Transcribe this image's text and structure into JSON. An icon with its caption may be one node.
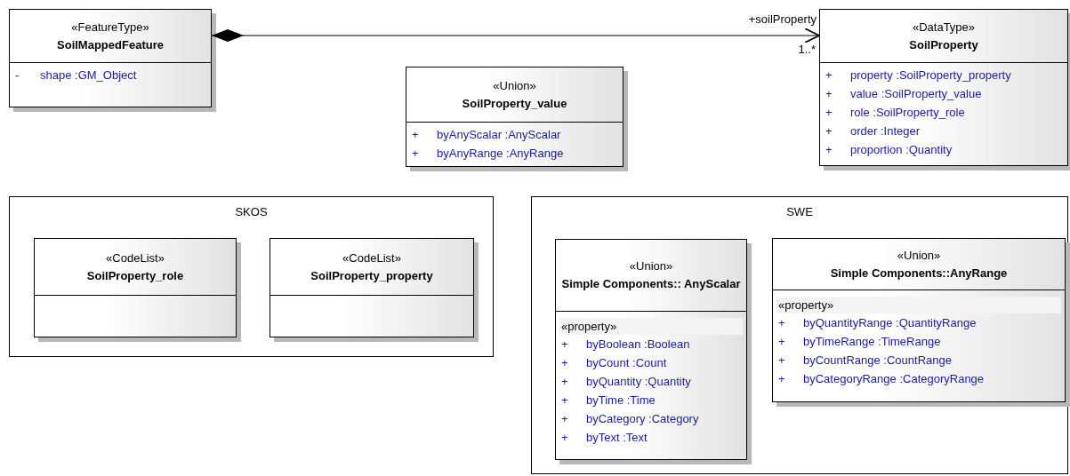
{
  "diagram": {
    "nodes": [
      {
        "text": [
          "«FeatureType»",
          "SoilMappedFeature",
          "- shape :GM_Object"
        ]
      },
      {
        "text": [
          "«Union»",
          "SoilProperty_value",
          "+ byAnyScalar :AnyScalar",
          "+ byAnyRange :AnyRange"
        ]
      },
      {
        "text": [
          "«DataType»",
          "SoilProperty",
          "+ property :SoilProperty_property",
          "+ value :SoilProperty_value",
          "+ role :SoilProperty_role",
          "+ order :Integer",
          "+ proportion :Quantity"
        ]
      },
      {
        "text": [
          "SKOS"
        ]
      },
      {
        "text": [
          "«CodeList»",
          "SoilProperty_role"
        ],
        "in": 3
      },
      {
        "text": [
          "«CodeList»",
          "SoilProperty_property"
        ],
        "in": 3
      },
      {
        "text": [
          "SWE"
        ]
      },
      {
        "text": [
          "«Union»",
          "Simple Components:: AnyScalar",
          "«property»",
          "+ byBoolean :Boolean",
          "+ byCount :Count",
          "+ byQuantity :Quantity",
          "+ byTime :Time",
          "+ byCategory :Category",
          "+ byText :Text"
        ],
        "in": 6
      },
      {
        "text": [
          "«Union»",
          "Simple Components::AnyRange",
          "«property»",
          "+ byQuantityRange :QuantityRange",
          "+ byTimeRange :TimeRange",
          "+ byCountRange :CountRange",
          "+ byCategoryRange :CategoryRange"
        ],
        "in": 6
      }
    ],
    "edges": [
      {
        "from": 0,
        "to": 2,
        "arrow": "to",
        "label": "+soilProperty"
      }
    ],
    "labels": [
      "1..*"
    ]
  }
}
